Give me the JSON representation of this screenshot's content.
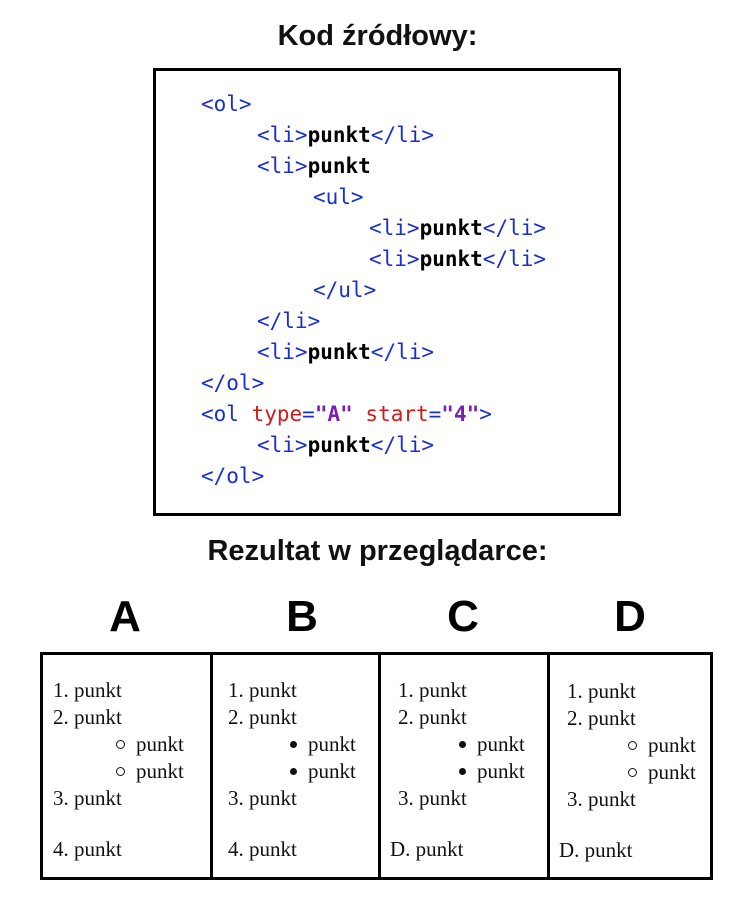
{
  "titles": {
    "source": "Kod źródłowy:",
    "result": "Rezultat w przeglądarce:"
  },
  "code": {
    "ol_open": "<ol>",
    "ol_close": "</ol>",
    "li_open": "<li>",
    "li_close": "</li>",
    "ul_open": "<ul>",
    "ul_close": "</ul>",
    "item_text": "punkt",
    "ol2_tag_start": "<ol",
    "ol2_attr_type": "type",
    "ol2_eq1": "=",
    "ol2_val_type": "\"A\"",
    "ol2_attr_start": "start",
    "ol2_eq2": "=",
    "ol2_val_start": "\"4\"",
    "ol2_tag_end": ">"
  },
  "options": [
    {
      "letter": "A",
      "items": [
        "1. punkt",
        "2. punkt",
        "punkt",
        "punkt",
        "3. punkt",
        "4. punkt"
      ],
      "bullet": "open-circle"
    },
    {
      "letter": "B",
      "items": [
        "1. punkt",
        "2. punkt",
        "punkt",
        "punkt",
        "3. punkt",
        "4. punkt"
      ],
      "bullet": "filled-disc"
    },
    {
      "letter": "C",
      "items": [
        "1. punkt",
        "2. punkt",
        "punkt",
        "punkt",
        "3. punkt",
        "D. punkt"
      ],
      "bullet": "filled-disc"
    },
    {
      "letter": "D",
      "items": [
        "1. punkt",
        "2. punkt",
        "punkt",
        "punkt",
        "3. punkt",
        "D. punkt"
      ],
      "bullet": "open-circle"
    }
  ]
}
